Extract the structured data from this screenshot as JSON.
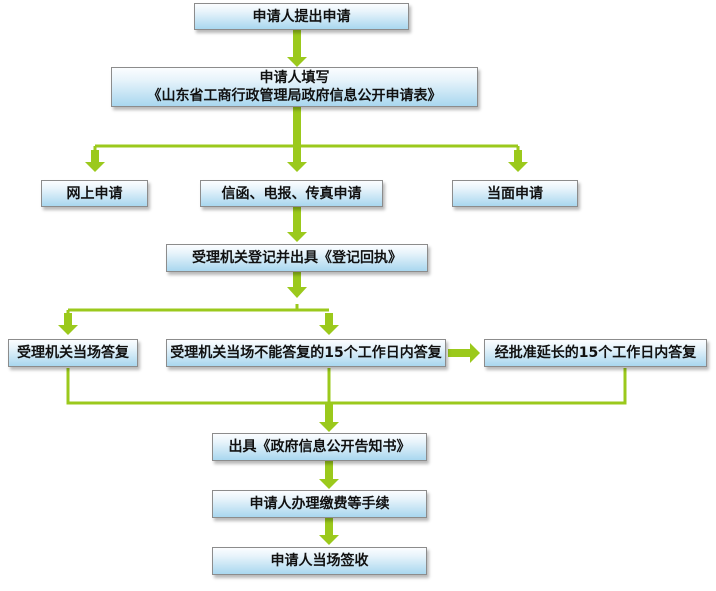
{
  "nodes": {
    "submit": "申请人提出申请",
    "fill_line1": "申请人填写",
    "fill_line2": "《山东省工商行政管理局政府信息公开申请表》",
    "online": "网上申请",
    "mail": "信函、电报、传真申请",
    "in_person": "当面申请",
    "register": "受理机关登记并出具《登记回执》",
    "reply_spot": "受理机关当场答复",
    "reply_15": "受理机关当场不能答复的15个工作日内答复",
    "reply_ext": "经批准延长的15个工作日内答复",
    "notice": "出具《政府信息公开告知书》",
    "fees": "申请人办理缴费等手续",
    "sign": "申请人当场签收"
  },
  "colors": {
    "arrow": "#9bc91c",
    "box_top": "#f4faff",
    "box_bottom": "#a9d7ef"
  }
}
